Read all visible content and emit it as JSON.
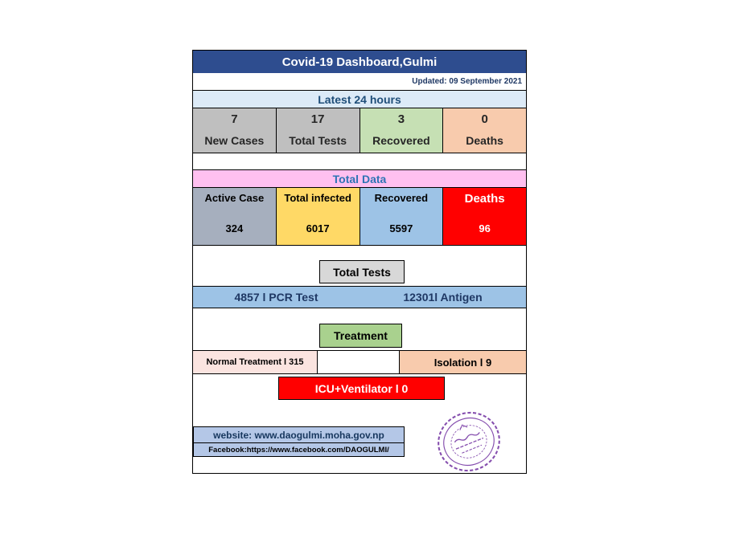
{
  "header": {
    "title": "Covid-19 Dashboard,Gulmi",
    "updated": "Updated: 09 September 2021"
  },
  "latest_24_hours": {
    "title": "Latest 24 hours",
    "cells": [
      {
        "value": "7",
        "label": "New Cases",
        "bg": "#BFBFBF",
        "fg": "#262626"
      },
      {
        "value": "17",
        "label": "Total Tests",
        "bg": "#BFBFBF",
        "fg": "#262626"
      },
      {
        "value": "3",
        "label": "Recovered",
        "bg": "#C6E0B4",
        "fg": "#262626"
      },
      {
        "value": "0",
        "label": "Deaths",
        "bg": "#F8CBAD",
        "fg": "#262626"
      }
    ]
  },
  "total_data": {
    "title": "Total Data",
    "cells": [
      {
        "label": "Active Case",
        "value": "324",
        "bg": "#A6AFBE",
        "fg": "#000000"
      },
      {
        "label": "Total infected",
        "value": "6017",
        "bg": "#FFD966",
        "fg": "#000000"
      },
      {
        "label": "Recovered",
        "value": "5597",
        "bg": "#9DC3E6",
        "fg": "#000000"
      },
      {
        "label": "Deaths",
        "value": "96",
        "bg": "#FF0000",
        "fg": "#FFFFFF"
      }
    ]
  },
  "tests": {
    "title": "Total Tests",
    "pcr": "4857 l PCR Test",
    "antigen": "12301l Antigen"
  },
  "treatment": {
    "title": "Treatment",
    "normal": "Normal Treatment l 315",
    "isolation": "Isolation l 9",
    "icu": "ICU+Ventilator l 0"
  },
  "footer": {
    "website": "website: www.daogulmi.moha.gov.np",
    "facebook": "Facebook:https://www.facebook.com/DAOGULMI/"
  },
  "colors": {
    "header_bg": "#2E4D8F",
    "header_fg": "#FFFFFF",
    "updated_fg": "#1F3864",
    "latest_bar_bg": "#DCEAF7",
    "latest_bar_fg": "#1F4E79",
    "total_bar_bg": "#FFC0F0",
    "total_bar_fg": "#2E74B5",
    "tests_box_bg": "#D8D8D8",
    "tests_bar_bg": "#9DC3E6",
    "tests_bar_fg": "#1F3864",
    "treatment_box_bg": "#A9D18E",
    "normal_bg": "#FBE4E0",
    "isolation_bg": "#F8CBAD",
    "icu_bg": "#FF0000",
    "icu_fg": "#FFFFFF",
    "footer_bar_bg": "#B4C7E7",
    "footer_bar_fg": "#17375E",
    "stamp_purple": "#7030A0"
  },
  "chart_data": {
    "type": "table",
    "title": "Covid-19 Dashboard,Gulmi",
    "updated": "09 September 2021",
    "sections": [
      {
        "title": "Latest 24 hours",
        "categories": [
          "New Cases",
          "Total Tests",
          "Recovered",
          "Deaths"
        ],
        "values": [
          7,
          17,
          3,
          0
        ]
      },
      {
        "title": "Total Data",
        "categories": [
          "Active Case",
          "Total infected",
          "Recovered",
          "Deaths"
        ],
        "values": [
          324,
          6017,
          5597,
          96
        ]
      },
      {
        "title": "Total Tests",
        "categories": [
          "PCR Test",
          "Antigen"
        ],
        "values": [
          4857,
          12301
        ]
      },
      {
        "title": "Treatment",
        "categories": [
          "Normal Treatment",
          "Isolation",
          "ICU+Ventilator"
        ],
        "values": [
          315,
          9,
          0
        ]
      }
    ]
  }
}
